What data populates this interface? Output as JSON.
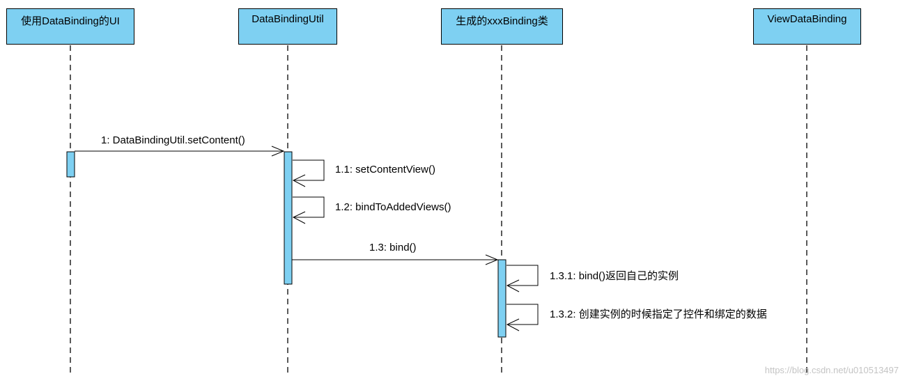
{
  "lifelines": [
    {
      "label": "使用DataBinding的UI"
    },
    {
      "label": "DataBindingUtil"
    },
    {
      "label": "生成的xxxBinding类"
    },
    {
      "label": "ViewDataBinding"
    }
  ],
  "messages": [
    {
      "label": "1: DataBindingUtil.setContent()"
    },
    {
      "label": "1.1: setContentView()"
    },
    {
      "label": "1.2: bindToAddedViews()"
    },
    {
      "label": "1.3: bind()"
    },
    {
      "label": "1.3.1: bind()返回自己的实例"
    },
    {
      "label": "1.3.2: 创建实例的时候指定了控件和绑定的数据"
    }
  ],
  "watermark": "https://blog.csdn.net/u010513497",
  "colors": {
    "activation": "#7ed0f2",
    "line": "#000000"
  }
}
